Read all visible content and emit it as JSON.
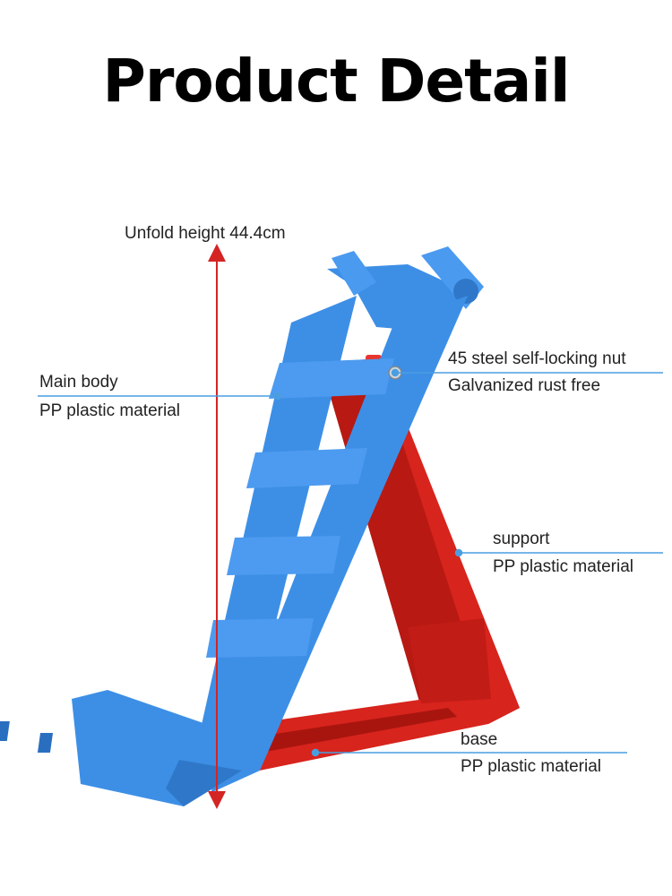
{
  "title": "Product Detail",
  "colors": {
    "main_body": "#3d8fe6",
    "support": "#d7241d",
    "dimension_line": "#d42424",
    "callout_line": "#4a9ee0"
  },
  "annotations": {
    "height": "Unfold height 44.4cm",
    "main_body": {
      "name": "Main body",
      "material": "PP plastic material"
    },
    "nut": {
      "name": "45 steel self-locking nut",
      "material": "Galvanized rust free"
    },
    "support": {
      "name": "support",
      "material": "PP plastic material"
    },
    "base": {
      "name": "base",
      "material": "PP plastic material"
    }
  }
}
